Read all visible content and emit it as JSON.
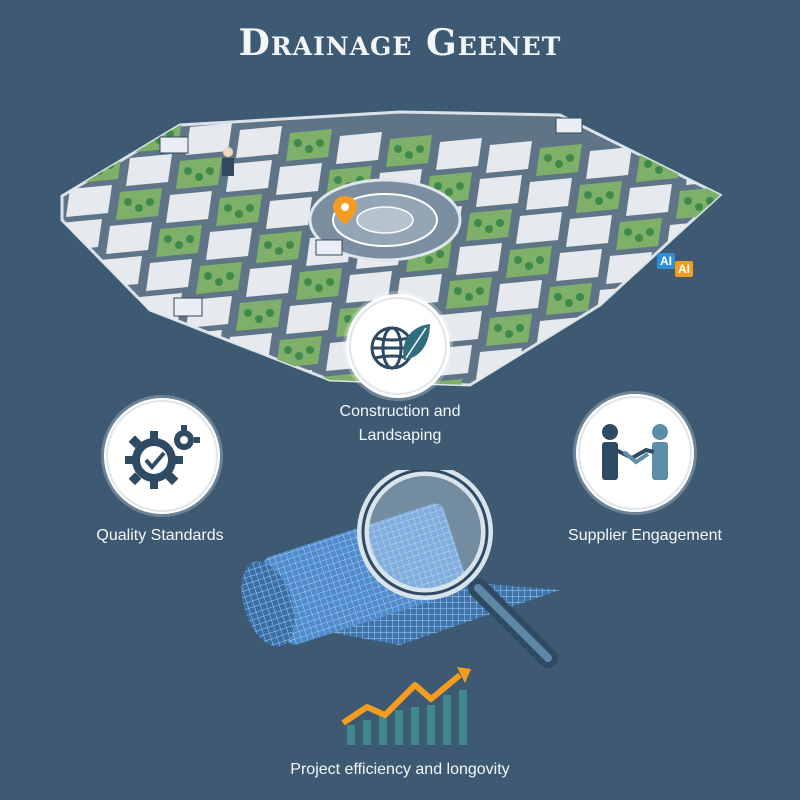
{
  "header": {
    "title": "Drainage Geenet"
  },
  "features": [
    {
      "label_line1": "Construction and",
      "label_line2": "Landsaping",
      "icon": "globe-leaf-icon"
    },
    {
      "label": "Quality Standards",
      "icon": "gear-check-icon"
    },
    {
      "label": "Supplier Engagement",
      "icon": "handshake-icon"
    }
  ],
  "footer": {
    "label": "Project efficiency and longovity",
    "icon": "growth-chart-icon"
  },
  "map": {
    "ai_tag_1": "AI",
    "ai_tag_2": "AI"
  },
  "colors": {
    "background": "#3d5a72",
    "park_green": "#7fb06a",
    "road": "#5f7486",
    "block": "#e6eaee",
    "accent_orange": "#f39c1f",
    "mesh_blue": "#6aa0d6"
  }
}
